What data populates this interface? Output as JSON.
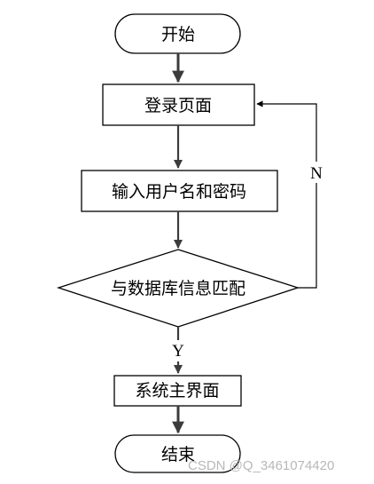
{
  "flowchart": {
    "start_label": "开始",
    "login_label": "登录页面",
    "input_label": "输入用户名和密码",
    "decision_label": "与数据库信息匹配",
    "no_label": "N",
    "yes_label": "Y",
    "main_label": "系统主界面",
    "end_label": "结束"
  },
  "watermark": "CSDN @Q_3461074420",
  "colors": {
    "stroke": "#000000",
    "arrow_gray": "#3c3c3c",
    "background": "#ffffff",
    "watermark": "#b8b8b8"
  }
}
